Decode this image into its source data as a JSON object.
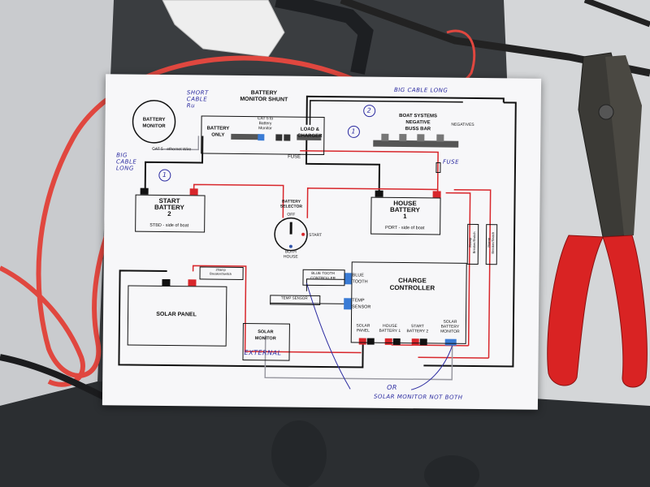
{
  "diagram": {
    "battery_monitor": "BATTERY\nMONITOR",
    "cat5_label": "CAT 5 - ethernet Wire",
    "shunt_title": "BATTERY\nMONITOR SHUNT",
    "battery_only": "BATTERY\nONLY",
    "cat5_to_monitor": "CAT 5 to\nBattery\nMonitor",
    "load_charger": "LOAD &\nCHARGER",
    "fuse_label": "FUSE",
    "buss_bar": "BOAT SYSTEMS\nNEGATIVE\nBUSS BAR",
    "negatives": "NEGATIVES",
    "start_battery": "START\nBATTERY\n2",
    "start_battery_sub": "STBD - side of boat",
    "house_battery": "HOUSE\nBATTERY\n1",
    "house_battery_sub": "PORT - side of boat",
    "battery_selector": "BATTERY\nSELECTOR",
    "selector_off": "OFF",
    "selector_start": "START",
    "selector_both_house": "BOTH\nHOUSE",
    "breaker_1": "20amp\nBreaker/Switch",
    "breaker_2": "20amp\nBreaker/Switch",
    "breaker_3": "20amp\nBreaker/Switch",
    "solar_panel": "SOLAR PANEL",
    "bluetooth_controller": "BLUE TOOTH\nCONTROLLER",
    "blue_tooth": "BLUE\nTOOTH",
    "charge_controller": "CHARGE\nCONTROLLER",
    "temp_sensor_box": "TEMP SENSOR",
    "temp_sensor": "TEMP\nSENSOR",
    "solar_monitor": "SOLAR\nMONITOR",
    "term_solar_panel": "SOLAR\nPANEL",
    "term_house_battery": "HOUSE\nBATTERY 1",
    "term_start_battery": "START\nBATTERY 2",
    "term_solar_battery_monitor": "SOLAR\nBATTERY\nMONITOR",
    "handwritten": {
      "short_cable": "SHORT\nCABLE\nRu",
      "big_cable_long_1": "BIG CABLE LONG",
      "big_cable_long_2": "BIG\nCABLE\nLONG",
      "circle_1": "1",
      "circle_2": "2",
      "circle_3": "1",
      "fuse_hand": "FUSE",
      "external": "EXTERNAL",
      "or_note": "OR",
      "solar_monitor_note": "SOLAR MONITOR NOT BOTH"
    }
  },
  "colors": {
    "wire_red": "#d8262b",
    "wire_black": "#111111",
    "wire_gray": "#9a9aa2",
    "paper": "#f7f7f9",
    "pen_blue": "#2a2aa0",
    "cable_red": "#e0473f",
    "plier_red": "#d92323"
  }
}
